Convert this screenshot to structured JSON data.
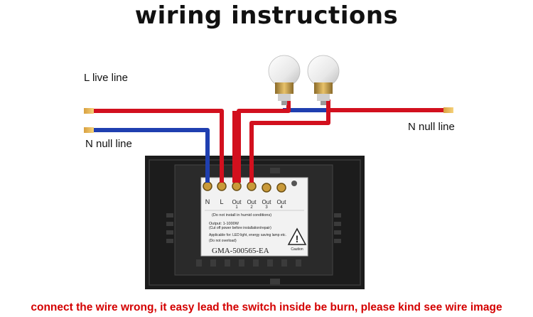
{
  "title": "wiring instructions",
  "labels": {
    "live_line": "L live line",
    "null_line_left": "N null line",
    "null_line_right": "N null line"
  },
  "terminals": [
    "N",
    "L",
    "Out 1",
    "Out 2",
    "Out 3",
    "Out 4"
  ],
  "module": {
    "note": "(Do not install in humid conditions)",
    "output_title": "Output: 1-1000W",
    "output_sub": "(Cut off power before installation/repair)",
    "applicable": "Applicable for: LED light, energy saving lamp etc.",
    "overload": "(Do not overload)",
    "model": "GMA-500565-EA",
    "caution": "Caution"
  },
  "warning": "connect the wire wrong, it easy lead the switch inside be burn, please kind see wire image",
  "colors": {
    "live_wire": "#d2101e",
    "null_wire": "#1f3fb0",
    "warning_text": "#d40000",
    "panel": "#1c1c1c"
  }
}
